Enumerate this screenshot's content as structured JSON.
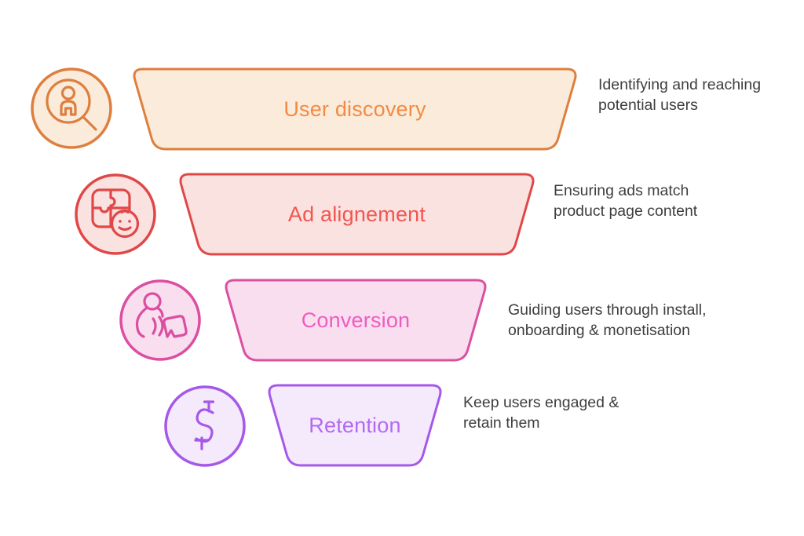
{
  "diagram": {
    "type": "funnel",
    "background": "#ffffff",
    "description_color": "#3e3e3e",
    "stages": [
      {
        "label": "User discovery",
        "description": "Identifying and reaching\npotential users",
        "icon": "person-magnifier-icon",
        "stroke": "#dd7f3e",
        "fill": "#fbebdb",
        "label_color": "#f28a43"
      },
      {
        "label": "Ad alignement",
        "description": "Ensuring ads match\nproduct page content",
        "icon": "puzzle-smiley-icon",
        "stroke": "#e04848",
        "fill": "#fae2e1",
        "label_color": "#f3554f"
      },
      {
        "label": "Conversion",
        "description": "Guiding users through install,\nonboarding & monetisation",
        "icon": "person-waves-tag-icon",
        "stroke": "#db4fa0",
        "fill": "#f9def0",
        "label_color": "#ef5cbe"
      },
      {
        "label": "Retention",
        "description": "Keep users engaged &\nretain them",
        "icon": "dollar-coin-icon",
        "stroke": "#a558e9",
        "fill": "#f4eafc",
        "label_color": "#b369f1"
      }
    ]
  }
}
